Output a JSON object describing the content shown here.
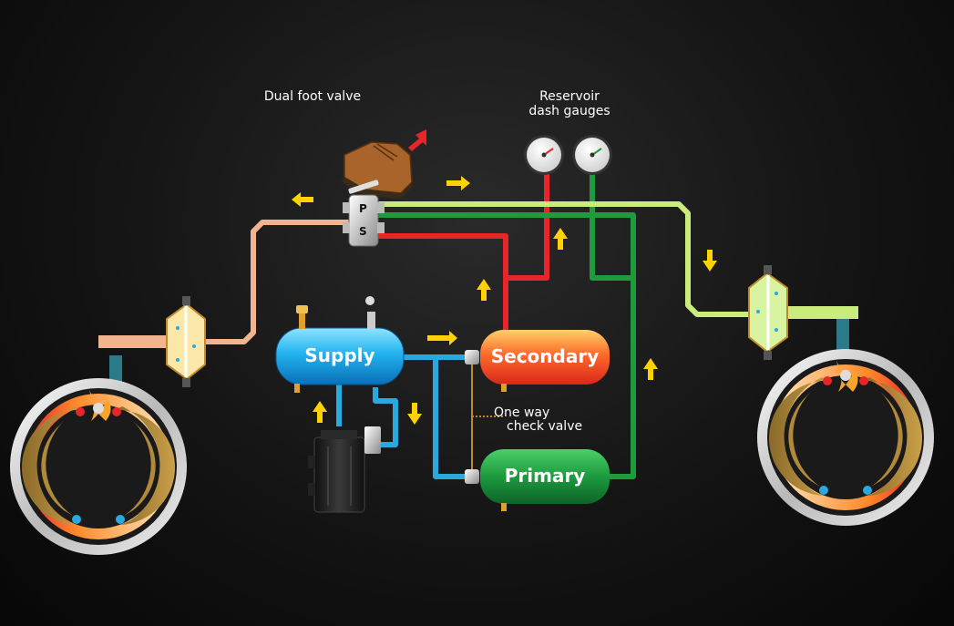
{
  "labels": {
    "foot_valve": "Dual foot valve",
    "gauges_line1": "Reservoir",
    "gauges_line2": "dash gauges",
    "check_valve_line1": "One way",
    "check_valve_line2": "check valve"
  },
  "tanks": {
    "supply": "Supply",
    "secondary": "Secondary",
    "primary": "Primary"
  },
  "valve_ports": {
    "primary": "P",
    "secondary": "S"
  },
  "colors": {
    "primary_line": "#1f9a3c",
    "secondary_line": "#e8262a",
    "front_line": "#f2b48e",
    "rear_line": "#c9ec7a",
    "supply_line": "#2aa8e0",
    "arrow": "#ffd200",
    "foot_arrow": "#e8262a"
  }
}
